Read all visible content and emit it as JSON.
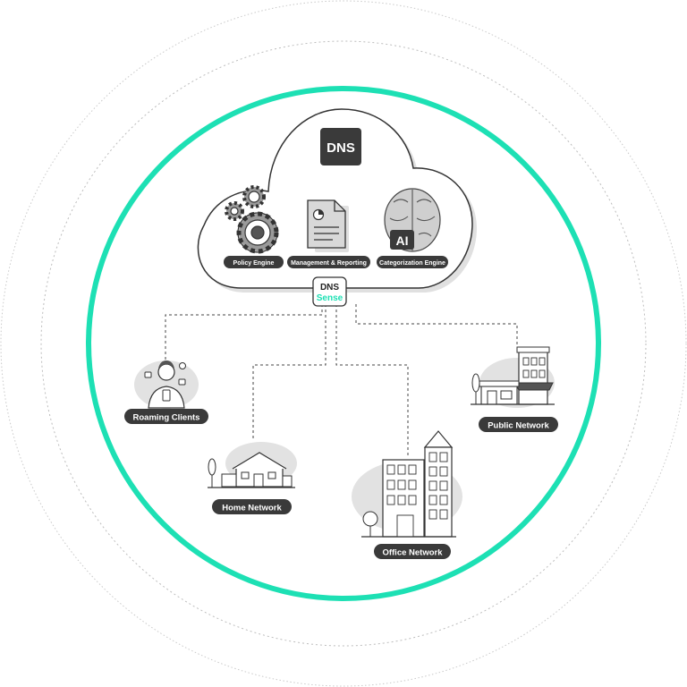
{
  "brand": {
    "dns_badge": "DNS",
    "ai_badge": "AI",
    "logo_line1": "DNS",
    "logo_line2": "Sense"
  },
  "engines": [
    {
      "label": "Policy Engine",
      "icon": "gears-icon"
    },
    {
      "label": "Management & Reporting",
      "icon": "report-document-icon"
    },
    {
      "label": "Categorization Engine",
      "icon": "ai-brain-icon"
    }
  ],
  "networks": [
    {
      "label": "Roaming Clients",
      "icon": "roaming-person-icon"
    },
    {
      "label": "Home Network",
      "icon": "house-icon"
    },
    {
      "label": "Office Network",
      "icon": "office-buildings-icon"
    },
    {
      "label": "Public Network",
      "icon": "storefront-icon"
    }
  ],
  "colors": {
    "ring": "#1de0b4",
    "dark": "#333333",
    "line": "#444444",
    "shadow": "#e2e2e2",
    "accent": "#1de0b4"
  }
}
